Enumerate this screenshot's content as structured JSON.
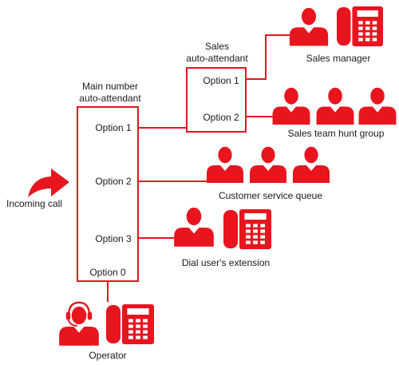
{
  "colors": {
    "accent": "#e8141e",
    "line": "#e8141e",
    "box_border": "#e8141e",
    "text": "#1a1a1a",
    "background": "#ffffff"
  },
  "incoming": {
    "label": "Incoming call",
    "icon": "curved-arrow-icon"
  },
  "main_attendant": {
    "title_line1": "Main number",
    "title_line2": "auto-attendant",
    "options": [
      "Option 1",
      "Option 2",
      "Option 3",
      "Option 0"
    ]
  },
  "sales_attendant": {
    "title_line1": "Sales",
    "title_line2": "auto-attendant",
    "options": [
      "Option 1",
      "Option 2"
    ]
  },
  "destinations": {
    "sales_manager": {
      "label": "Sales manager",
      "icons": [
        "person-icon",
        "desk-phone-icon"
      ]
    },
    "sales_team": {
      "label": "Sales team hunt group",
      "icons": [
        "person-icon",
        "person-icon",
        "person-icon"
      ]
    },
    "customer_service": {
      "label": "Customer service queue",
      "icons": [
        "person-icon",
        "person-icon",
        "person-icon"
      ]
    },
    "user_extension": {
      "label": "Dial user's extension",
      "icons": [
        "person-icon",
        "desk-phone-icon"
      ]
    },
    "operator": {
      "label": "Operator",
      "icons": [
        "headset-person-icon",
        "desk-phone-icon"
      ]
    }
  }
}
